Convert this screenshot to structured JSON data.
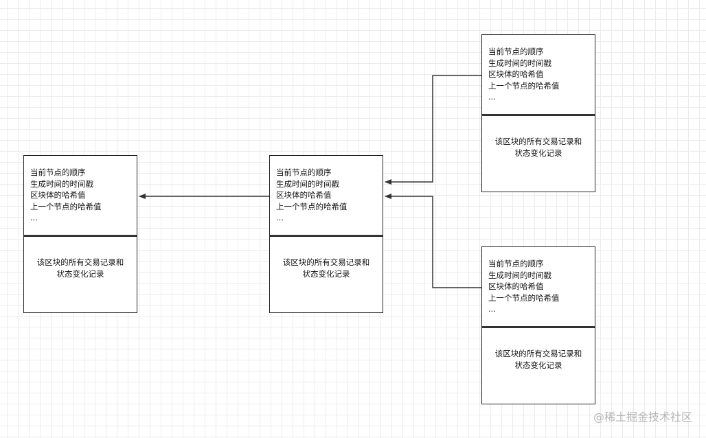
{
  "blocks": [
    {
      "header_lines": [
        "当前节点的顺序",
        "生成时间的时间戳",
        "区块体的哈希值",
        "上一个节点的哈希值",
        "..."
      ],
      "body_lines": [
        "该区块的所有交易记录和",
        "状态变化记录"
      ]
    },
    {
      "header_lines": [
        "当前节点的顺序",
        "生成时间的时间戳",
        "区块体的哈希值",
        "上一个节点的哈希值",
        "..."
      ],
      "body_lines": [
        "该区块的所有交易记录和",
        "状态变化记录"
      ]
    },
    {
      "header_lines": [
        "当前节点的顺序",
        "生成时间的时间戳",
        "区块体的哈希值",
        "上一个节点的哈希值",
        "..."
      ],
      "body_lines": [
        "该区块的所有交易记录和",
        "状态变化记录"
      ]
    },
    {
      "header_lines": [
        "当前节点的顺序",
        "生成时间的时间戳",
        "区块体的哈希值",
        "上一个节点的哈希值",
        "..."
      ],
      "body_lines": [
        "该区块的所有交易记录和",
        "状态变化记录"
      ]
    }
  ],
  "watermark": "@稀土掘金技术社区",
  "colors": {
    "line": "#333333",
    "border": "#222222",
    "grid": "#ececec",
    "watermark": "#b5b5b5"
  }
}
